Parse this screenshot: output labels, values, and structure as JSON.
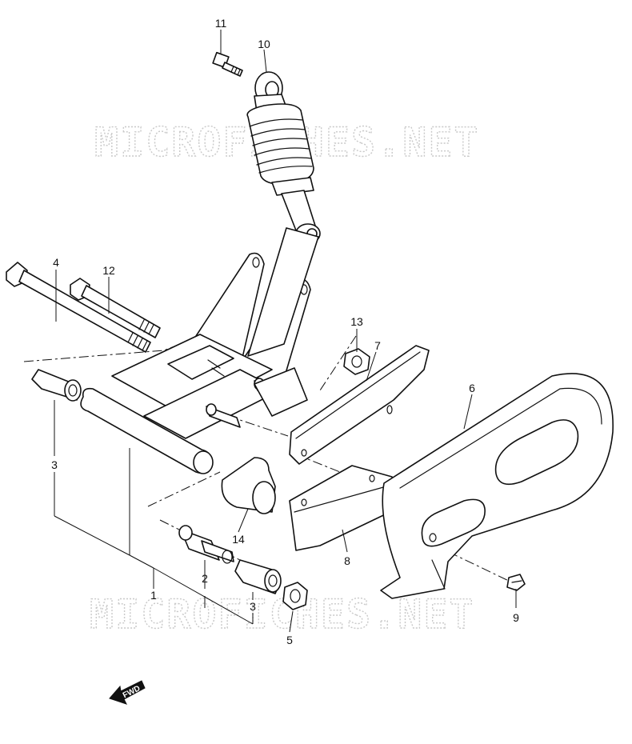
{
  "watermark": {
    "text": "MICROFICHES.NET"
  },
  "direction_marker": {
    "label": "FWD"
  },
  "callouts": [
    {
      "id": "c1",
      "label": "1"
    },
    {
      "id": "c2",
      "label": "2"
    },
    {
      "id": "c3a",
      "label": "3"
    },
    {
      "id": "c3b",
      "label": "3"
    },
    {
      "id": "c4",
      "label": "4"
    },
    {
      "id": "c5",
      "label": "5"
    },
    {
      "id": "c6",
      "label": "6"
    },
    {
      "id": "c7",
      "label": "7"
    },
    {
      "id": "c8",
      "label": "8"
    },
    {
      "id": "c9",
      "label": "9"
    },
    {
      "id": "c10",
      "label": "10"
    },
    {
      "id": "c11",
      "label": "11"
    },
    {
      "id": "c12",
      "label": "12"
    },
    {
      "id": "c13",
      "label": "13"
    },
    {
      "id": "c14",
      "label": "14"
    }
  ]
}
